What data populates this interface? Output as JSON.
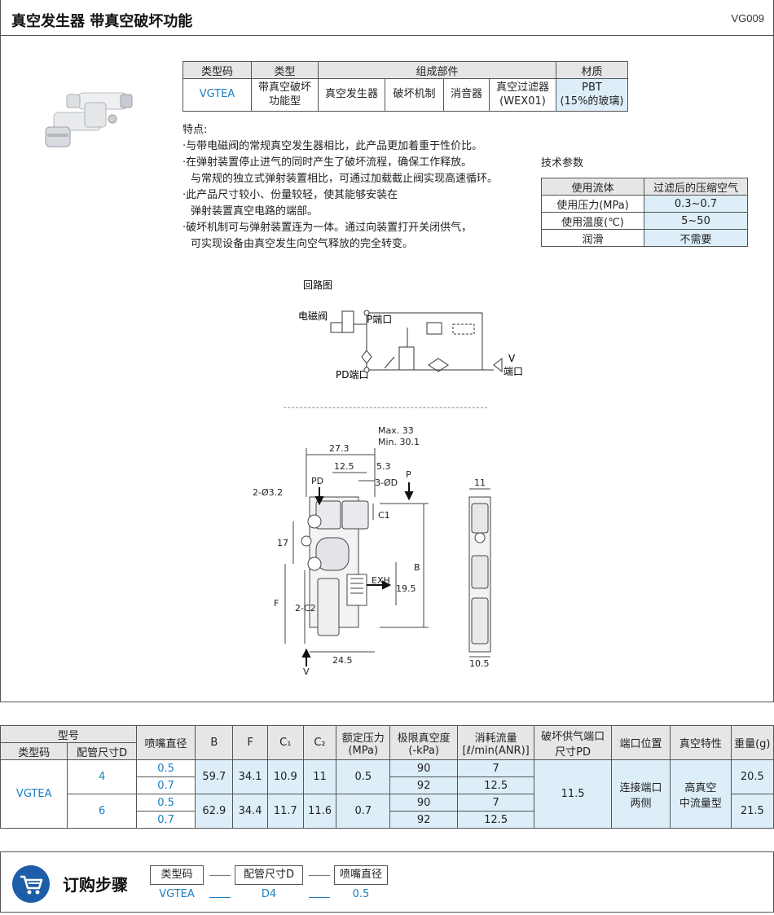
{
  "header": {
    "title": "真空发生器  带真空破坏功能",
    "code": "VG009"
  },
  "top_table": {
    "headers": [
      "类型码",
      "类型",
      "组成部件",
      "材质"
    ],
    "row": {
      "type_code": "VGTEA",
      "type_line1": "带真空破坏",
      "type_line2": "功能型",
      "parts": [
        "真空发生器",
        "破坏机制",
        "消音器"
      ],
      "filter_line1": "真空过滤器",
      "filter_line2": "(WEX01)",
      "material_line1": "PBT",
      "material_line2": "(15%的玻璃)"
    }
  },
  "features": {
    "heading": "特点:",
    "lines": [
      "·与带电磁阀的常规真空发生器相比，此产品更加着重于性价比。",
      "·在弹射装置停止进气的同时产生了破坏流程，确保工作释放。",
      "与常规的独立式弹射装置相比，可通过加载截止阀实现高速循环。",
      "·此产品尺寸较小、份量较轻，使其能够安装在",
      "弹射装置真空电路的端部。",
      "·破坏机制可与弹射装置连为一体。通过向装置打开关闭供气，",
      "可实现设备由真空发生向空气释放的完全转变。"
    ]
  },
  "tech": {
    "title": "技术参数",
    "rows": [
      [
        "使用流体",
        "过滤后的压缩空气"
      ],
      [
        "使用压力(MPa)",
        "0.3~0.7"
      ],
      [
        "使用温度(℃)",
        "5~50"
      ],
      [
        "润滑",
        "不需要"
      ]
    ]
  },
  "circuit": {
    "title": "回路图",
    "solenoid": "电磁阀",
    "p_port": "P端口",
    "pd_port": "PD端口",
    "v_port_line1": "V",
    "v_port_line2": "端口"
  },
  "drawing": {
    "max": "Max. 33",
    "min": "Min. 30.1",
    "d273": "27.3",
    "d125": "12.5",
    "d53": "5.3",
    "d3d": "3-ØD",
    "d32": "2-Ø3.2",
    "pd": "PD",
    "p": "P",
    "c1": "C1",
    "b": "B",
    "d17": "17",
    "f": "F",
    "c2": "2-C2",
    "exh": "EXH",
    "d195": "19.5",
    "d245": "24.5",
    "v": "V",
    "d11": "11",
    "d105": "10.5"
  },
  "spec": {
    "h_model": "型号",
    "h_type": "类型码",
    "h_pipe": "配管尺寸D",
    "h_nozzle": "喷嘴直径",
    "h_b": "B",
    "h_f": "F",
    "h_c1": "C₁",
    "h_c2": "C₂",
    "h_pressure_1": "额定压力",
    "h_pressure_2": "(MPa)",
    "h_vac_1": "极限真空度",
    "h_vac_2": "(-kPa)",
    "h_flow_1": "消耗流量",
    "h_flow_2": "[ℓ/min(ANR)]",
    "h_pd_1": "破坏供气端口",
    "h_pd_2": "尺寸PD",
    "h_port": "端口位置",
    "h_vacchar": "真空特性",
    "h_weight": "重量(g)",
    "type_code": "VGTEA",
    "groups": [
      {
        "pipe": "4",
        "b": "59.7",
        "f": "34.1",
        "c1": "10.9",
        "c2": "11",
        "pressure": "0.5",
        "weight": "20.5",
        "rows": [
          {
            "nozzle": "0.5",
            "vac": "90",
            "flow": "7"
          },
          {
            "nozzle": "0.7",
            "vac": "92",
            "flow": "12.5"
          }
        ]
      },
      {
        "pipe": "6",
        "b": "62.9",
        "f": "34.4",
        "c1": "11.7",
        "c2": "11.6",
        "pressure": "0.7",
        "weight": "21.5",
        "rows": [
          {
            "nozzle": "0.5",
            "vac": "90",
            "flow": "7"
          },
          {
            "nozzle": "0.7",
            "vac": "92",
            "flow": "12.5"
          }
        ]
      }
    ],
    "pd": "11.5",
    "port_line1": "连接端口",
    "port_line2": "两侧",
    "vacchar_line1": "高真空",
    "vacchar_line2": "中流量型"
  },
  "order": {
    "title": "订购步骤",
    "steps": [
      "类型码",
      "配管尺寸D",
      "喷嘴直径"
    ],
    "values": [
      "VGTEA",
      "D4",
      "0.5"
    ]
  }
}
